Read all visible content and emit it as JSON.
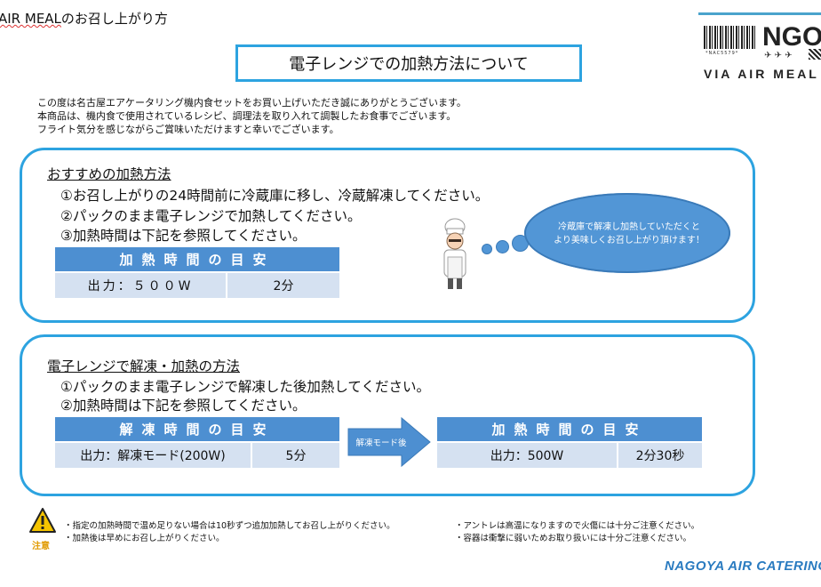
{
  "header": {
    "top_title_prefix": "AIR MEAL",
    "top_title_suffix": "のお召し上がり方",
    "main_title": "電子レンジでの加熱方法について"
  },
  "logo": {
    "code_text": "*NAC5579*",
    "brand": "NGO",
    "planes": "✈ ✈ ✈",
    "tagline": "VIA AIR MEAL"
  },
  "intro": [
    "この度は名古屋エアケータリング機内食セットをお買い上げいただき誠にありがとうございます。",
    "本商品は、機内食で使用されているレシピ、調理法を取り入れて調製したお食事でございます。",
    "フライト気分を感じながらご賞味いただけますと幸いでございます。"
  ],
  "section1": {
    "heading": "おすすめの加熱方法",
    "steps": [
      "①お召し上がりの24時間前に冷蔵庫に移し、冷蔵解凍してください。",
      "②パックのまま電子レンジで加熱してください。",
      "③加熱時間は下記を参照してください。"
    ],
    "table_header": "加熱時間の目安",
    "power": "出力：５００W",
    "time": "2分"
  },
  "bubble": {
    "line1": "冷蔵庫で解凍し加熱していただくと",
    "line2": "より美味しくお召し上がり頂けます！"
  },
  "section2": {
    "heading": "電子レンジで解凍・加熱の方法",
    "steps": [
      "①パックのまま電子レンジで解凍した後加熱してください。",
      "②加熱時間は下記を参照してください。"
    ],
    "thaw_header": "解凍時間の目安",
    "thaw_power": "出力：解凍モード(200W)",
    "thaw_time": "5分",
    "arrow_label": "解凍モード後",
    "heat_header": "加熱時間の目安",
    "heat_power": "出力：500W",
    "heat_time": "2分30秒"
  },
  "caution": {
    "label": "注意",
    "notes_left": [
      "・指定の加熱時間で温め足りない場合は10秒ずつ追加加熱してお召し上がりください。",
      "・加熱後は早めにお召し上がりください。"
    ],
    "notes_right": [
      "・アントレは高温になりますので火傷には十分ご注意ください。",
      "・容器は衝撃に弱いためお取り扱いには十分ご注意ください。"
    ]
  },
  "footer": {
    "company": "NAGOYA AIR CATERING"
  },
  "colors": {
    "accent": "#2da3e0",
    "table_header": "#4d8fd1",
    "table_cell": "#d5e1f1",
    "footer": "#2a7bc0"
  }
}
